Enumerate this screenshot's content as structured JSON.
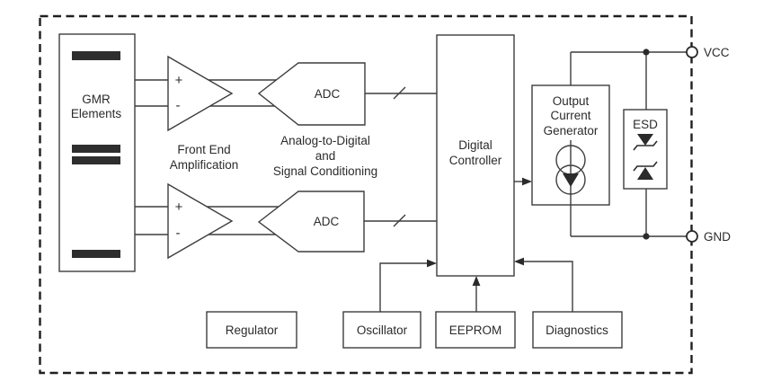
{
  "diagram": {
    "title_hint": "sensor-ic-block-diagram",
    "gmr": {
      "label_line1": "GMR",
      "label_line2": "Elements"
    },
    "amplifiers": {
      "caption_line1": "Front End",
      "caption_line2": "Amplification",
      "plus": "+",
      "minus": "-"
    },
    "adc": {
      "top_label": "ADC",
      "bottom_label": "ADC",
      "caption_line1": "Analog-to-Digital",
      "caption_line2": "and",
      "caption_line3": "Signal Conditioning"
    },
    "digital_controller": {
      "label_line1": "Digital",
      "label_line2": "Controller"
    },
    "output_current_generator": {
      "label_line1": "Output",
      "label_line2": "Current",
      "label_line3": "Generator"
    },
    "esd": {
      "label": "ESD"
    },
    "terminals": {
      "vcc": "VCC",
      "gnd": "GND"
    },
    "support_blocks": {
      "regulator": "Regulator",
      "oscillator": "Oscillator",
      "eeprom": "EEPROM",
      "diagnostics": "Diagnostics"
    },
    "colors": {
      "wire": "#3d3d3d",
      "text": "#2b2b2b",
      "gmr_bar": "#2e2e2e",
      "background": "#ffffff"
    }
  }
}
